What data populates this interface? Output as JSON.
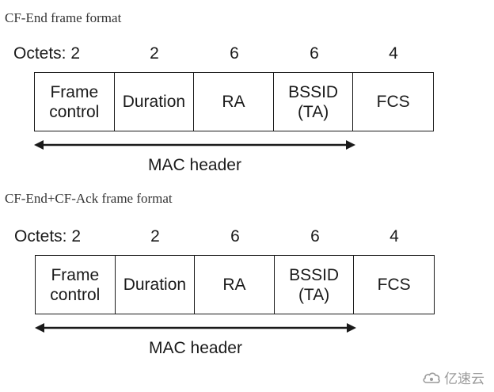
{
  "diagrams": [
    {
      "title": "CF-End frame format",
      "octets_prefix": "Octets: 2",
      "octets": [
        "2",
        "6",
        "6",
        "4"
      ],
      "fields": [
        "Frame\ncontrol",
        "Duration",
        "RA",
        "BSSID\n(TA)",
        "FCS"
      ],
      "header_label": "MAC header"
    },
    {
      "title": "CF-End+CF-Ack frame format",
      "octets_prefix": "Octets: 2",
      "octets": [
        "2",
        "6",
        "6",
        "4"
      ],
      "fields": [
        "Frame\ncontrol",
        "Duration",
        "RA",
        "BSSID\n(TA)",
        "FCS"
      ],
      "header_label": "MAC header"
    }
  ],
  "watermark": {
    "text": "亿速云",
    "icon": "cloud-logo-icon"
  }
}
